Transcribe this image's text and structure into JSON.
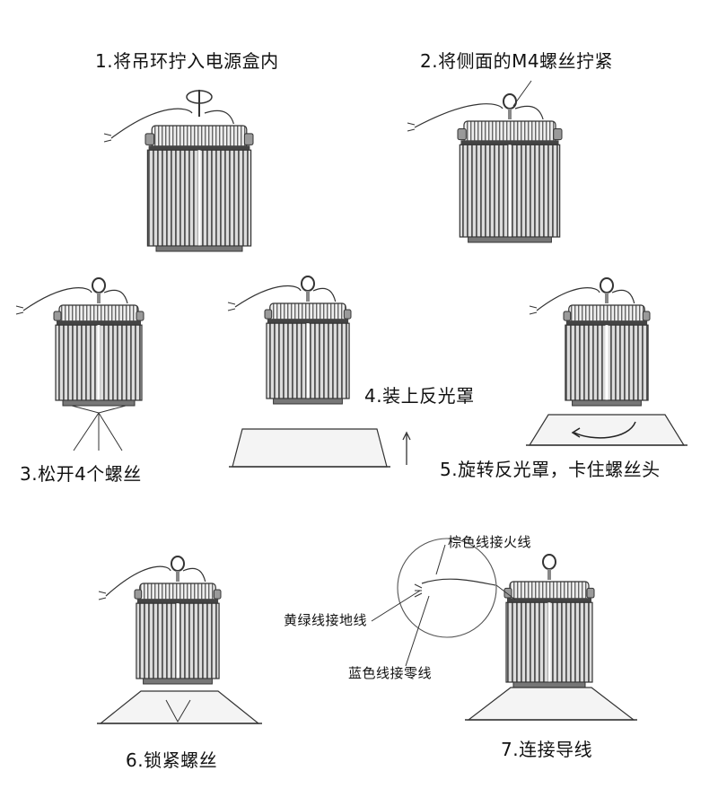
{
  "steps": {
    "step1": "1.将吊环拧入电源盒内",
    "step2": "2.将侧面的M4螺丝拧紧",
    "step3": "3.松开4个螺丝",
    "step4": "4.装上反光罩",
    "step5": "5.旋转反光罩，卡住螺丝头",
    "step6": "6.锁紧螺丝",
    "step7": "7.连接导线"
  },
  "wires": {
    "brown": "棕色线接火线",
    "yellow_green": "黄绿线接地线",
    "blue": "蓝色线接零线"
  },
  "colors": {
    "line": "#333333",
    "fin_dark": "#555555",
    "fin_light": "#dcdcdc"
  }
}
